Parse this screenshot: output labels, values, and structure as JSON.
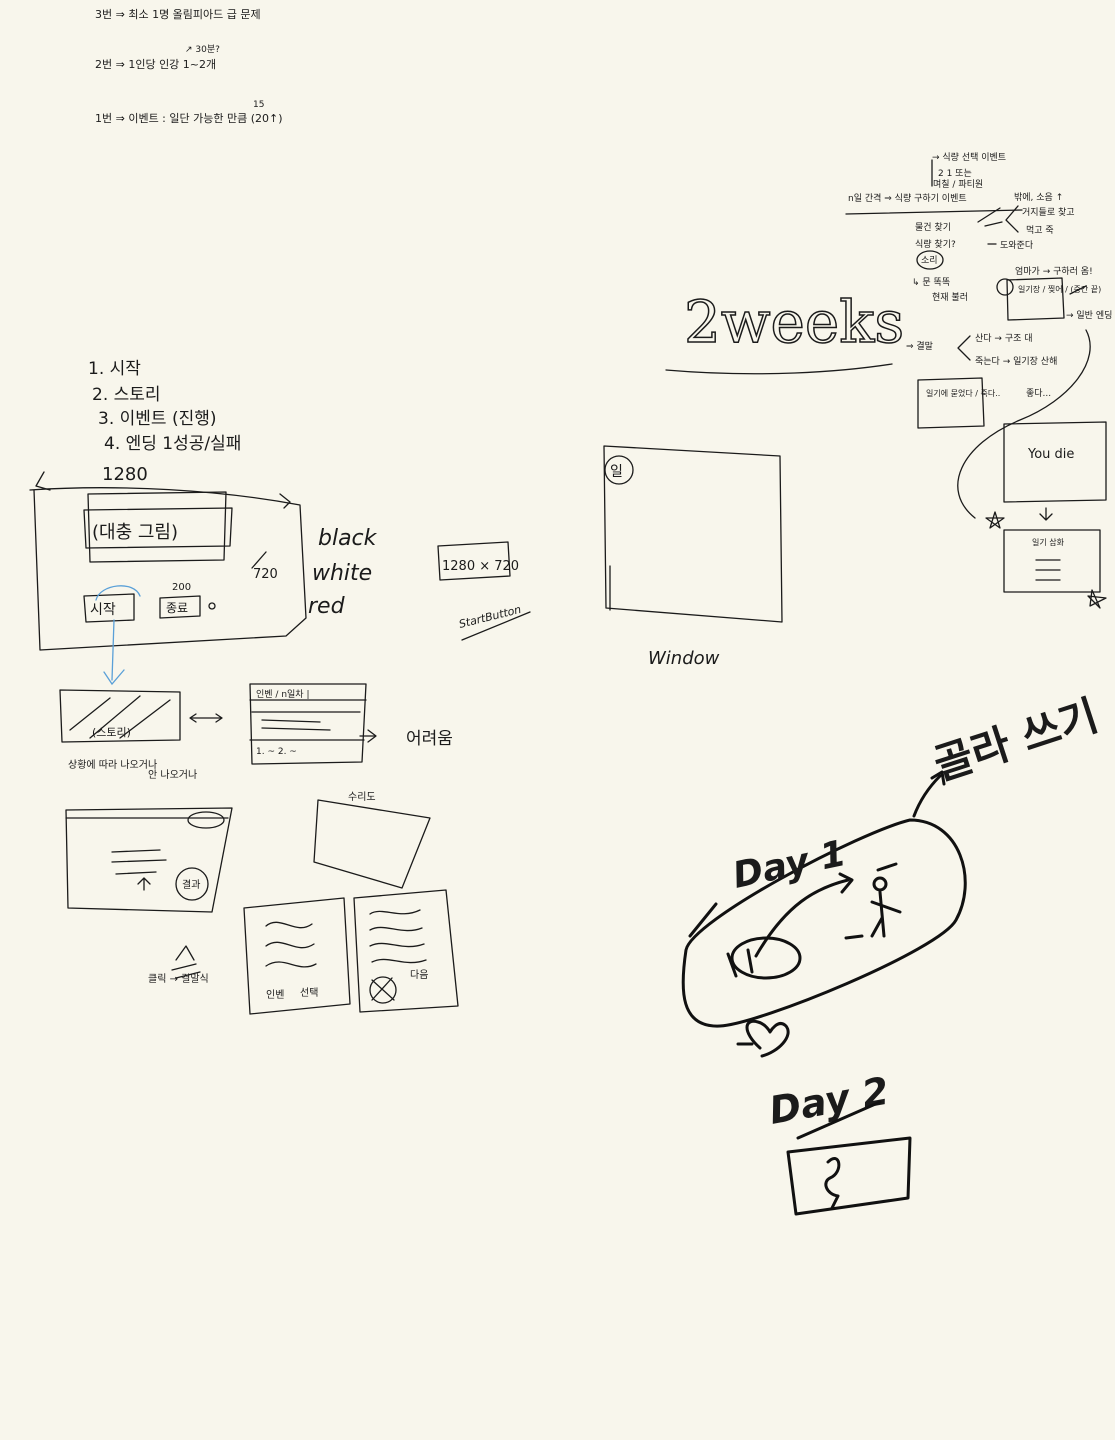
{
  "notes": {
    "line1": "3번 ⇒ 최소 1명 올림피아드 급 문제",
    "line2": "2번 ⇒ 1인당  인강  1~2개",
    "line2_above": "↗ 30분?",
    "line3": "1번 ⇒ 이벤트 : 일단 가능한 만큼 (20↑)",
    "line3_above": "15"
  },
  "flow": {
    "label": "2weeks",
    "r1": "→ 식량 선택 이벤트",
    "r2": "2       1    또는",
    "r3": "며칠 / 파티원",
    "r4": "n일 간격 ⇒ 식량 구하기 이벤트",
    "r5": "물건 찾기",
    "r6": "식량 찾기?",
    "r7": "소리",
    "r8": "↳ 문 똑똑",
    "r9": "현재 불러",
    "b1": "밖에, 소음 ↑",
    "b2": "거지들로 찾고",
    "b3": "먹고  죽",
    "b4": "도와준다",
    "c1": "엄마가 → 구하러 옴!",
    "c2": "일기장 / 찢어 / (중간 끝)",
    "c3": "→ 일반 엔딩",
    "d1": "⇒ 결말",
    "d2": "산다 → 구조 대",
    "d3": "죽는다 → 일기장 산해",
    "e1": "일기에 묻었다 / 죽다..",
    "e2": "좋다...",
    "you": "You die",
    "gallery": "일기 삽화"
  },
  "outline": {
    "items": [
      "1. 시작",
      "2. 스토리",
      "3. 이벤트 (진행)",
      "4. 엔딩 1성공/실패"
    ],
    "width_note": "1280",
    "height_note": "720",
    "colors": [
      "black",
      "white",
      "red"
    ],
    "screen_title": "(대충 그림)",
    "start_label": "시작",
    "end_label": "종료",
    "end_note": "200"
  },
  "misc": {
    "res": "1280 × 720",
    "start_button": "StartButton",
    "window_label": "Window",
    "window_badge": "일"
  },
  "story": {
    "label": "(스토리)",
    "caption1": "상황에 따라 나오거나",
    "caption2": "안 나오거나",
    "ui_tabs": "인벤 / n일차 |",
    "ui_numbers": "1. ~    2. ~",
    "hard_note": "어려움",
    "menu_note": "수리도",
    "result_note": "결과",
    "final_note": "결말",
    "nav_note": "클릭 → 결말식",
    "book_btn1": "인벤",
    "book_btn2": "선택",
    "book_btn3": "다음"
  },
  "day": {
    "day1": "Day 1",
    "day2": "Day 2",
    "go_out": "골라 쓰기"
  }
}
